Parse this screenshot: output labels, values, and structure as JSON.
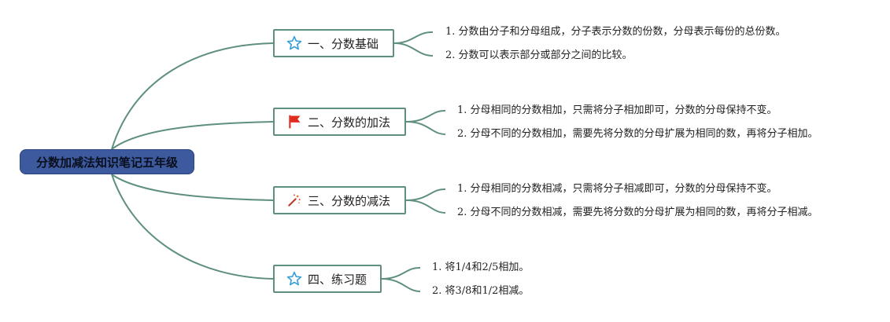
{
  "root": {
    "title": "分数加减法知识笔记五年级"
  },
  "topics": [
    {
      "title": "一、分数基础",
      "icon": "star-icon",
      "items": [
        "1. 分数由分子和分母组成，分子表示分数的份数，分母表示每份的总份数。",
        "2. 分数可以表示部分或部分之间的比较。"
      ]
    },
    {
      "title": "二、分数的加法",
      "icon": "red-flag-icon",
      "items": [
        "1. 分母相同的分数相加，只需将分子相加即可，分数的分母保持不变。",
        "2. 分母不同的分数相加，需要先将分数的分母扩展为相同的数，再将分子相加。"
      ]
    },
    {
      "title": "三、分数的减法",
      "icon": "magic-wand-icon",
      "items": [
        "1. 分母相同的分数相减，只需将分子相减即可，分数的分母保持不变。",
        "2. 分母不同的分数相减，需要先将分数的分母扩展为相同的数，再将分子相减。"
      ]
    },
    {
      "title": "四、练习题",
      "icon": "star-icon",
      "items": [
        "1. 将1/4和2/5相加。",
        "2. 将3/8和1/2相减。"
      ]
    }
  ],
  "colors": {
    "line": "#5e8f80",
    "root_fill": "#3d5a9e",
    "star": "#3aa0d8",
    "flag": "#e02a1e"
  }
}
